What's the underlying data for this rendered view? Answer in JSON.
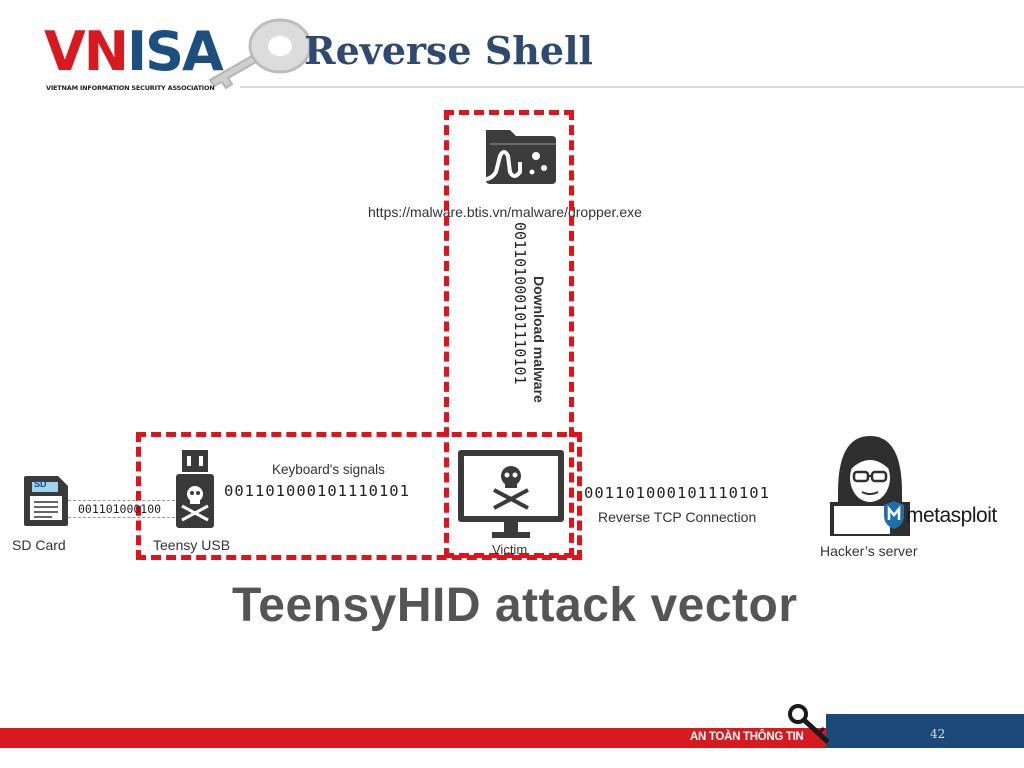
{
  "header": {
    "logo_vn": "VN",
    "logo_isa": "ISA",
    "logo_subtitle": "VIETNAM INFORMATION SECURITY ASSOCIATION",
    "title": "Reverse Shell"
  },
  "diagram": {
    "malware_url": "https://malware.btis.vn/malware/dropper.exe",
    "download_label": "Download malware",
    "binary_vertical": "001101000101110101",
    "keyboard_label": "Keyboard's signals",
    "binary_keyboard": "001101000101110101",
    "binary_reverse": "001101000101110101",
    "reverse_label": "Reverse TCP Connection",
    "sd_binary": "001101000100",
    "sd_badge": "SD",
    "sd_label": "SD Card",
    "teensy_label": "Teensy USB",
    "victim_label": "Victim",
    "hacker_label": "Hacker’s server",
    "metasploit_label": "metasploit",
    "big_title": "TeensyHID attack vector"
  },
  "footer": {
    "text": "AN TOÀN THÔNG TIN",
    "page_number": "42"
  },
  "colors": {
    "accent_red": "#e0131b",
    "title_blue": "#2e4a70",
    "footer_blue": "#1b4a7a"
  }
}
